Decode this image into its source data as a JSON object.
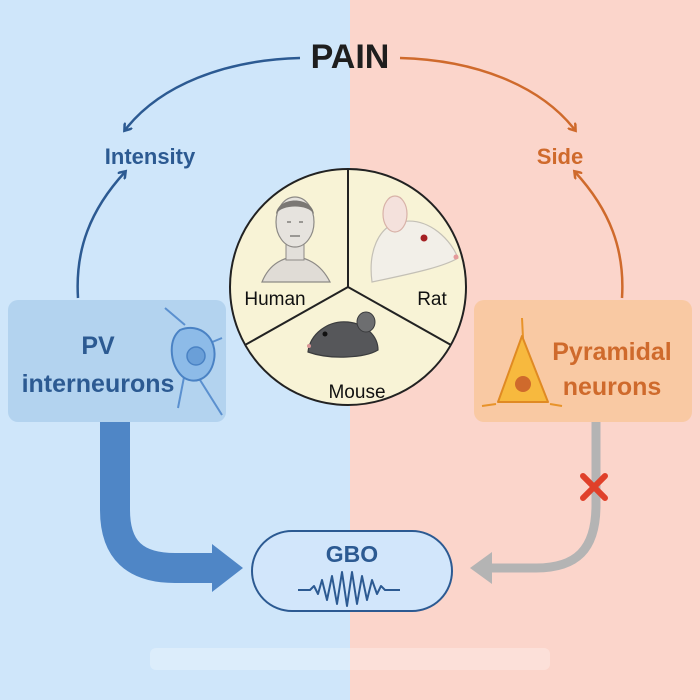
{
  "title": "PAIN",
  "left_label": "Intensity",
  "right_label": "Side",
  "pv_box": {
    "line1": "PV",
    "line2": "interneurons"
  },
  "pyr_box": {
    "line1": "Pyramidal",
    "line2": "neurons"
  },
  "species": {
    "human": "Human",
    "rat": "Rat",
    "mouse": "Mouse"
  },
  "gbo_label": "GBO",
  "colors": {
    "left_bg": "#cfe6fa",
    "right_bg": "#fbd5cb",
    "blue_dark": "#2c5a92",
    "blue_arrow": "#4f86c6",
    "orange": "#cf6a2c",
    "gray_arrow": "#b4b4b4",
    "x_mark": "#e0402a",
    "circle_fill": "#f8f3d6"
  },
  "icons": {
    "pv_cell": "pv-interneuron-cell-icon",
    "pyr_cell": "pyramidal-neuron-cell-icon",
    "human": "human-head-icon",
    "rat": "rat-head-icon",
    "mouse": "mouse-icon",
    "wave": "oscillation-wave-icon",
    "block": "x-mark-icon"
  }
}
